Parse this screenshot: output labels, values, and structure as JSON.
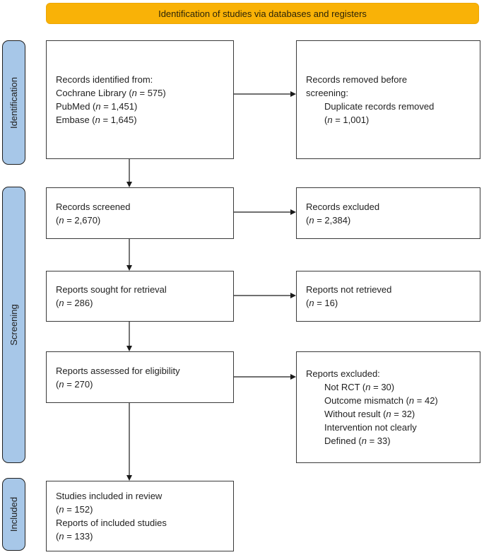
{
  "banner": {
    "label": "Identification of studies via databases and registers"
  },
  "colors": {
    "banner_bg": "#f9b207",
    "stage_bg": "#a7c7e8",
    "box_border": "#3a3a3a",
    "arrow": "#1a1a1a",
    "text": "#1f1f1f"
  },
  "stages": [
    {
      "label": "Identification"
    },
    {
      "label": "Screening"
    },
    {
      "label": "Included"
    }
  ],
  "boxes": {
    "identified": {
      "lines": [
        {
          "text": "Records identified from:",
          "indent": false
        },
        {
          "text": "Cochrane Library (n = 575)",
          "indent": false
        },
        {
          "text": "PubMed (n = 1,451)",
          "indent": false
        },
        {
          "text": "Embase (n = 1,645)",
          "indent": false
        }
      ]
    },
    "removed": {
      "lines": [
        {
          "text": "Records removed before",
          "indent": false
        },
        {
          "text": "screening:",
          "indent": false
        },
        {
          "text": "Duplicate records removed",
          "indent": true
        },
        {
          "text": "(n = 1,001)",
          "indent": true
        }
      ]
    },
    "screened": {
      "lines": [
        {
          "text": "Records screened",
          "indent": false
        },
        {
          "text": "(n = 2,670)",
          "indent": false
        }
      ]
    },
    "excluded": {
      "lines": [
        {
          "text": "Records excluded",
          "indent": false
        },
        {
          "text": "(n = 2,384)",
          "indent": false
        }
      ]
    },
    "sought": {
      "lines": [
        {
          "text": "Reports sought for retrieval",
          "indent": false
        },
        {
          "text": "(n = 286)",
          "indent": false
        }
      ]
    },
    "not_retrieved": {
      "lines": [
        {
          "text": "Reports not retrieved",
          "indent": false
        },
        {
          "text": "(n = 16)",
          "indent": false
        }
      ]
    },
    "assessed": {
      "lines": [
        {
          "text": "Reports assessed for eligibility",
          "indent": false
        },
        {
          "text": "(n = 270)",
          "indent": false
        }
      ]
    },
    "reports_excluded": {
      "lines": [
        {
          "text": "Reports excluded:",
          "indent": false
        },
        {
          "text": "Not RCT (n = 30)",
          "indent": true
        },
        {
          "text": "Outcome mismatch (n = 42)",
          "indent": true
        },
        {
          "text": "Without result (n = 32)",
          "indent": true
        },
        {
          "text": "Intervention not clearly",
          "indent": true
        },
        {
          "text": "Defined (n = 33)",
          "indent": true
        }
      ]
    },
    "included": {
      "lines": [
        {
          "text": "Studies included in review",
          "indent": false
        },
        {
          "text": "(n = 152)",
          "indent": false
        },
        {
          "text": "Reports of included studies",
          "indent": false
        },
        {
          "text": "(n = 133)",
          "indent": false
        }
      ]
    }
  }
}
